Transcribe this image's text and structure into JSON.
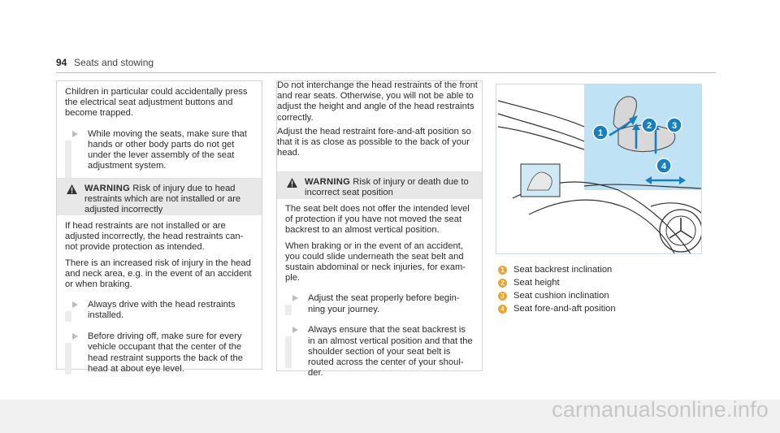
{
  "header": {
    "page_number": "94",
    "section_title": "Seats and stowing"
  },
  "col1": {
    "intro": "Children in particular could accidentally press the electrical seat adjustment buttons and become trapped.",
    "bullet1": "While moving the seats, make sure that hands or other body parts do not get under the lever assembly of the seat adjustment system.",
    "warning": {
      "label": "WARNING",
      "title": "Risk of injury due to head restraints which are not installed or are adjusted incorrectly",
      "para1": "If head restraints are not installed or are adjusted incorrectly, the head restraints can-not provide protection as intended.",
      "para2": "There is an increased risk of injury in the head and neck area, e.g. in the event of an accident or when braking.",
      "bullet1": "Always drive with the head restraints installed.",
      "bullet2": "Before driving off, make sure for every vehicle occupant that the center of the head restraint supports the back of the head at about eye level."
    }
  },
  "col2": {
    "para1": "Do not interchange the head restraints of the front and rear seats. Otherwise, you will not be able to adjust the height and angle of the head restraints correctly.",
    "para2": "Adjust the head restraint fore-and-aft position so that it is as close as possible to the back of your head.",
    "warning": {
      "label": "WARNING",
      "title": "Risk of injury or death due to incorrect seat position",
      "para1": "The seat belt does not offer the intended level of protection if you have not moved the seat backrest to an almost vertical position.",
      "para2": "When braking or in the event of an accident, you could slide underneath the seat belt and sustain abdominal or neck injuries, for exam-ple.",
      "bullet1": "Adjust the seat properly before begin-ning your journey.",
      "bullet2": "Always ensure that the seat backrest is in an almost vertical position and that the shoulder section of your seat belt is routed across the center of your shoul-der."
    }
  },
  "figure": {
    "callouts": [
      "1",
      "2",
      "3",
      "4"
    ],
    "colors": {
      "highlight_bg": "#bfe3f5",
      "callout": "#1a7fc0",
      "line": "#333333"
    }
  },
  "legend": {
    "items": [
      {
        "num": "1",
        "label": "Seat backrest inclination"
      },
      {
        "num": "2",
        "label": "Seat height"
      },
      {
        "num": "3",
        "label": "Seat cushion inclination"
      },
      {
        "num": "4",
        "label": "Seat fore-and-aft position"
      }
    ]
  },
  "footer": {
    "watermark": "carmanualsonline.info"
  }
}
